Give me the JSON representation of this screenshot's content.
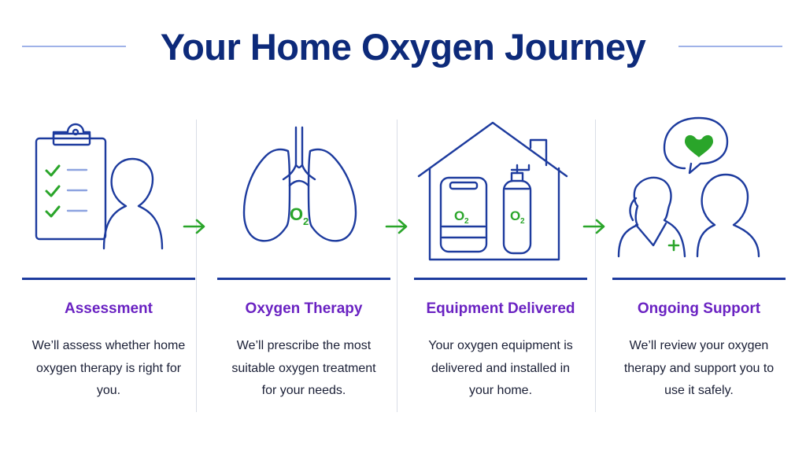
{
  "title": "Your Home Oxygen Journey",
  "colors": {
    "navy": "#0d2a7a",
    "icon_blue": "#1d3b9e",
    "accent_purple": "#6a22c2",
    "accent_green": "#2aa52a"
  },
  "steps": [
    {
      "title": "Assessment",
      "description": "We’ll assess whether home oxygen therapy is right for you.",
      "icon": "clipboard-person-icon"
    },
    {
      "title": "Oxygen Therapy",
      "description": "We’ll prescribe the most suitable oxygen treatment for your needs.",
      "icon": "lungs-icon",
      "icon_label": "O2"
    },
    {
      "title": "Equipment Delivered",
      "description": "Your oxygen equipment is delivered and installed in your home.",
      "icon": "house-oxygen-equipment-icon",
      "icon_labels": [
        "O2",
        "O2"
      ]
    },
    {
      "title": "Ongoing Support",
      "description": "We’ll review your oxygen therapy and support you to use it safely.",
      "icon": "nurse-patient-heart-icon"
    }
  ],
  "arrows": [
    "arrow-right-icon",
    "arrow-right-icon",
    "arrow-right-icon"
  ]
}
